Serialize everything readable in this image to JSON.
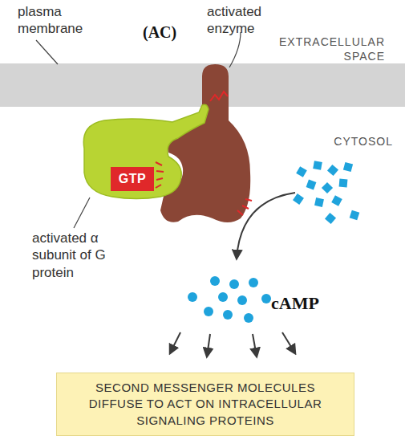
{
  "diagram": {
    "nodes": [
      {
        "text": [
          "GTP"
        ]
      },
      {
        "text": [
          "SECOND MESSENGER MOLECULES DIFFUSE TO ACT ON INTRACELLULAR SIGNALING PROTEINS"
        ]
      }
    ],
    "labels": [
      "plasma membrane",
      "(AC)",
      "activated enzyme",
      "EXTRACELLULAR SPACE",
      "CYTOSOL",
      "activated α subunit of G protein",
      "cAMP"
    ]
  }
}
